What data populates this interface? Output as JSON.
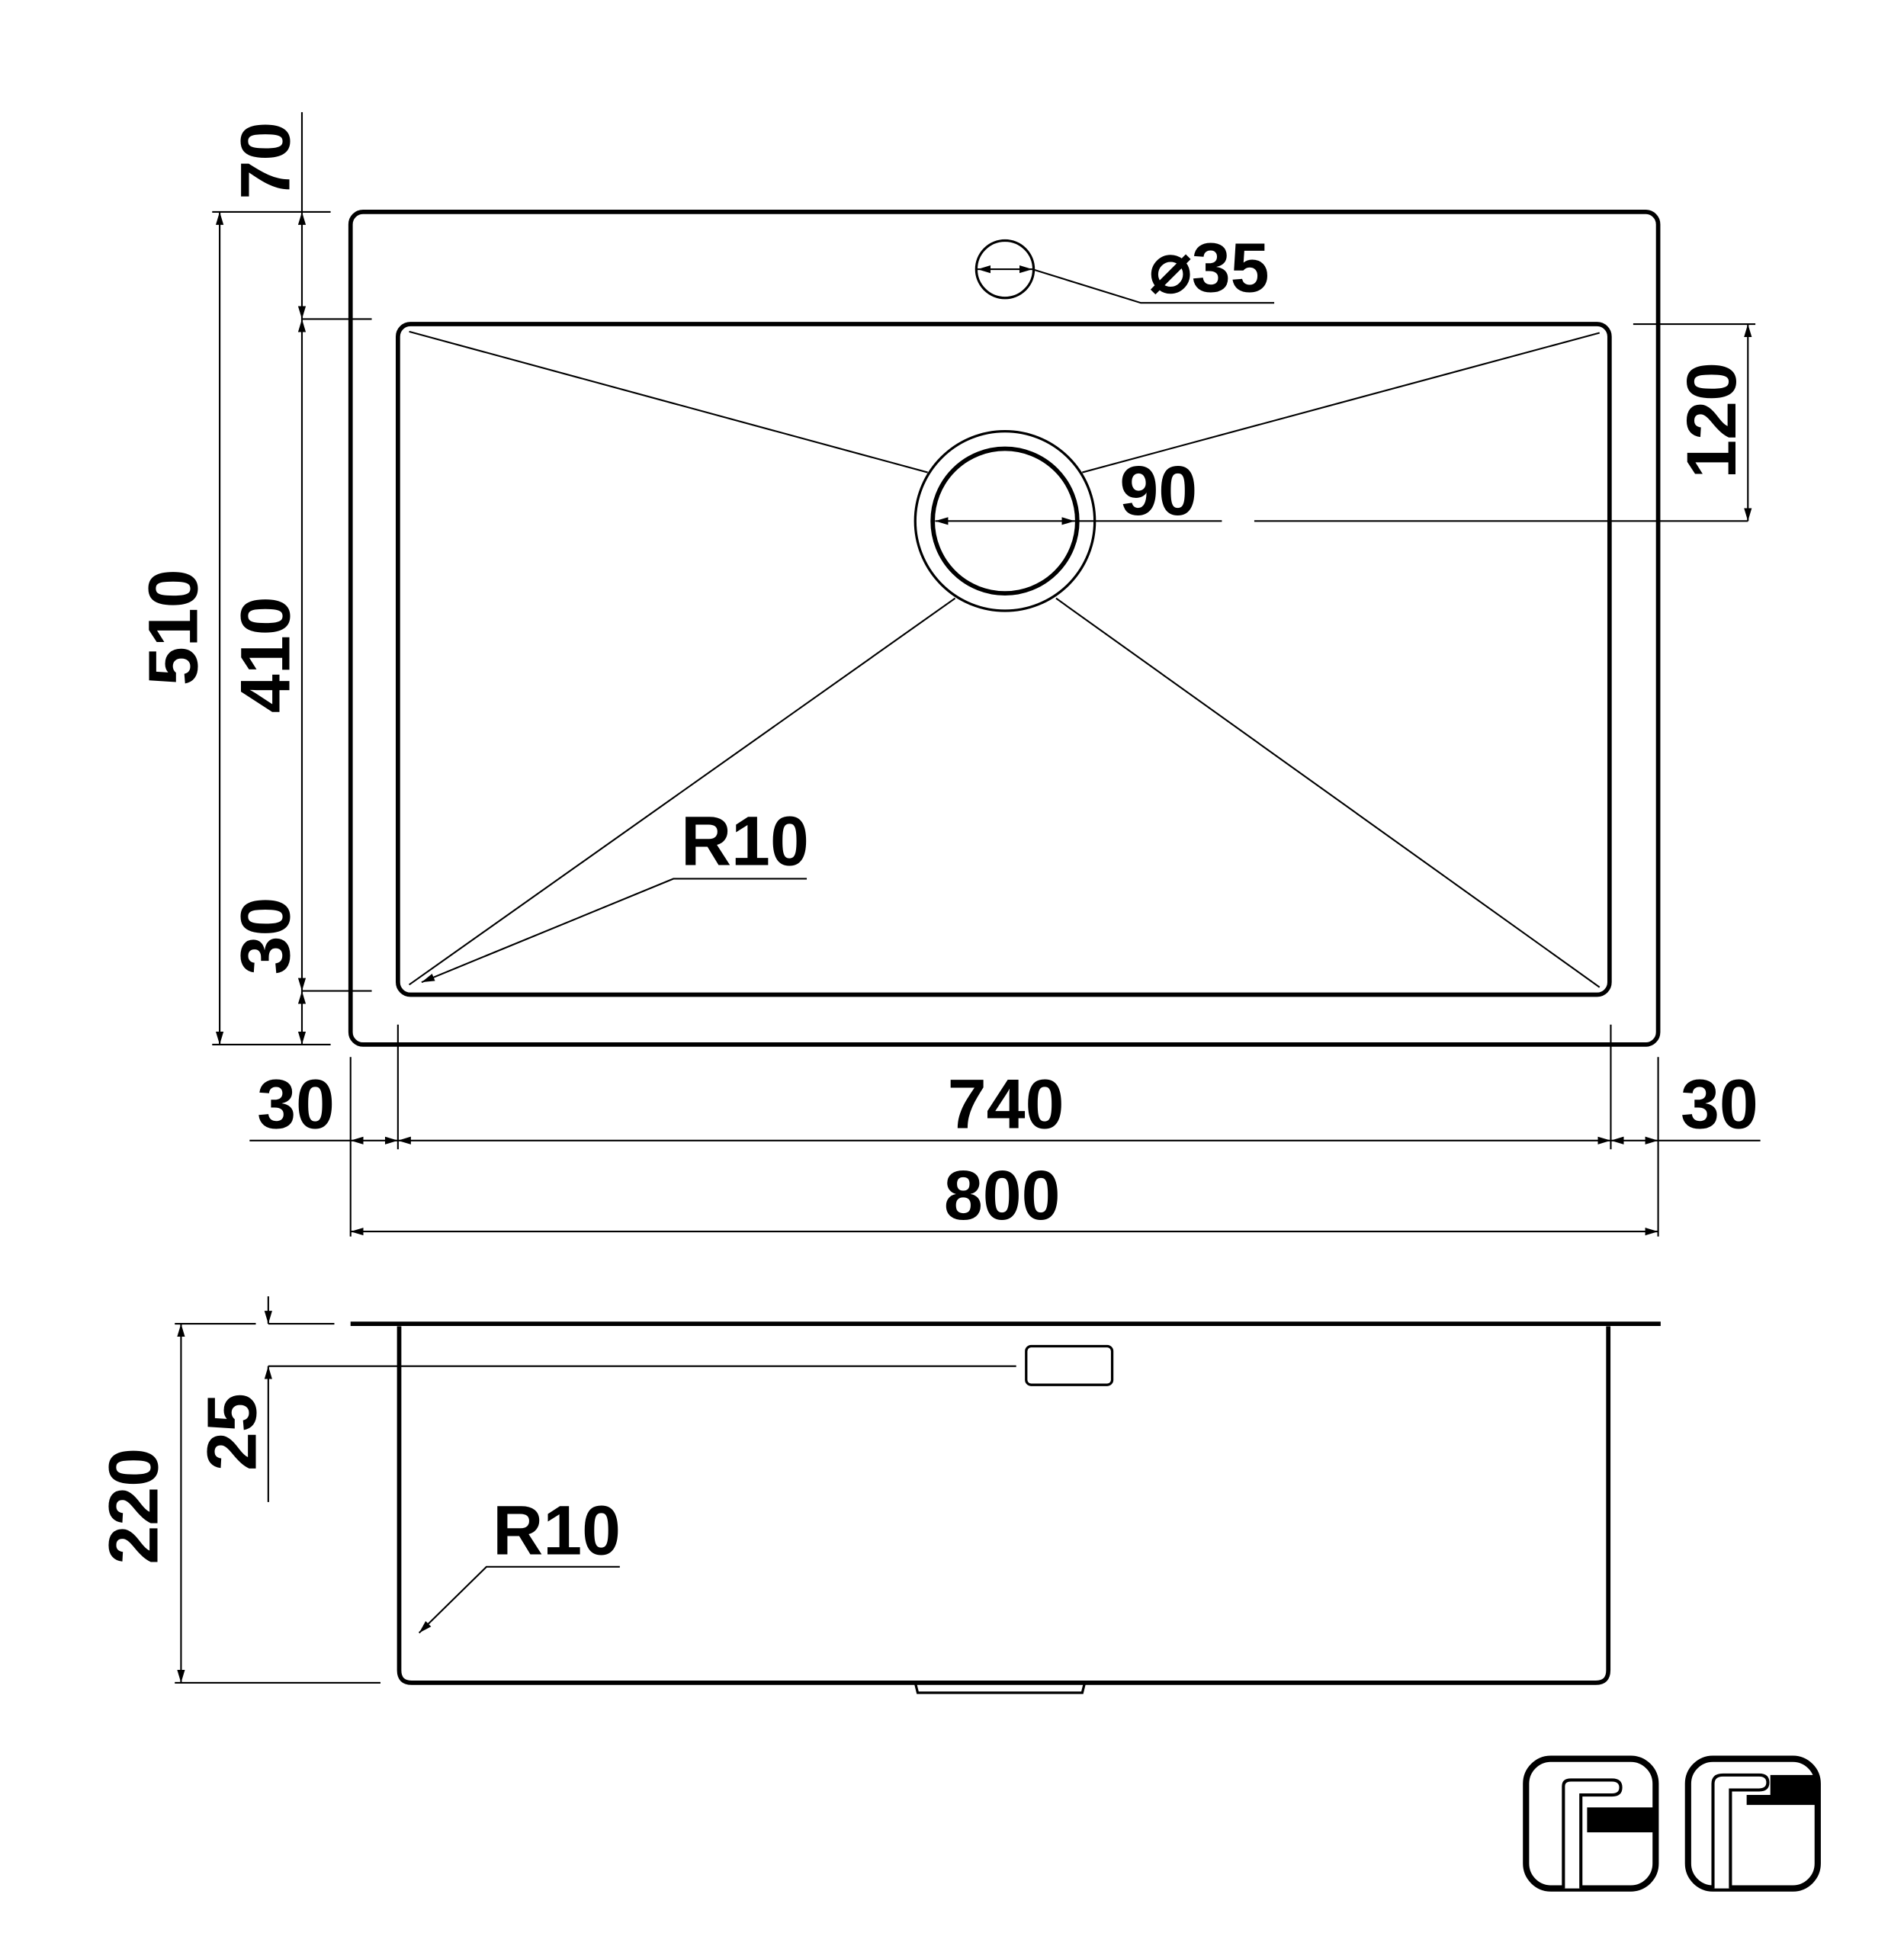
{
  "top_view": {
    "flange_top": "70",
    "total_depth": "510",
    "bowl_depth": "410",
    "flange_bottom": "30",
    "tap_hole": "⌀35",
    "drain": "90",
    "drain_offset": "120",
    "corner_radius": "R10",
    "flange_left": "30",
    "bowl_width": "740",
    "flange_right": "30",
    "total_width": "800"
  },
  "side_view": {
    "overflow_depth": "25",
    "bowl_height": "220",
    "corner_radius": "R10"
  },
  "icons": [
    "flush-mount-icon",
    "top-mount-icon"
  ]
}
